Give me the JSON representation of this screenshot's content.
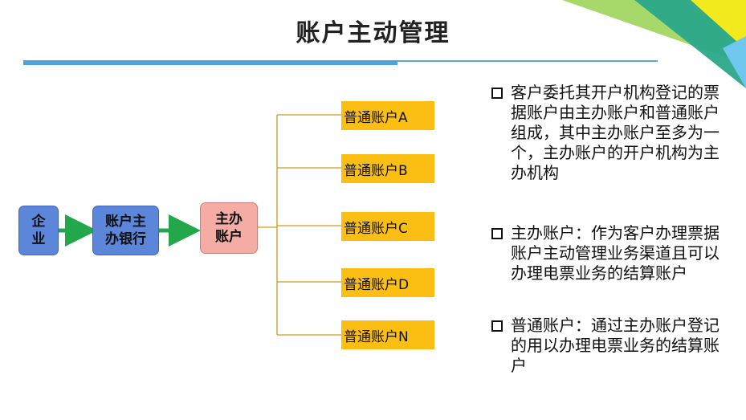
{
  "title": "账户主动管理",
  "flow": {
    "enterprise": "企\n业",
    "main_bank": "账户主\n办银行",
    "main_account": "主办\n账户"
  },
  "accounts": [
    "普通账户A",
    "普通账户B",
    "普通账户C",
    "普通账户D",
    "普通账户N"
  ],
  "bullets": [
    "客户委托其开户机构登记的票据账户由主办账户和普通账户组成，其中主办账户至多为一个，主办账户的开户机构为主办机构",
    "主办账户：作为客户办理票据账户主动管理业务渠道且可以办理电票业务的结算账户",
    "普通账户：通过主办账户登记的用以办理电票业务的结算账户"
  ],
  "colors": {
    "blue_box": "#5b86d9",
    "pink_box": "#f4aca4",
    "account_box": "#fbbf14",
    "arrow": "#22a84a",
    "connector": "#c99a1a"
  }
}
